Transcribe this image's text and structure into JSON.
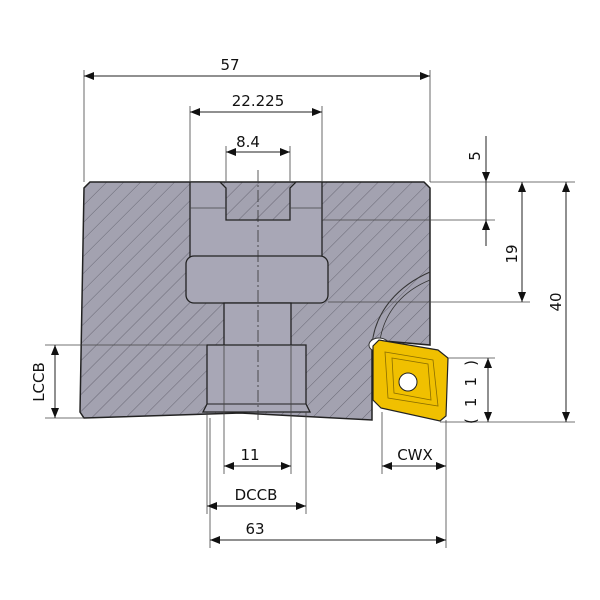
{
  "title": "Face mill cross-section dimension drawing",
  "dimensions": {
    "overall_width": "57",
    "bore_diameter": "22.225",
    "keyway_width": "8.4",
    "keyway_depth": "5",
    "bore_depth": "19",
    "overall_height": "40",
    "lccb": "LCCB",
    "insert_height": "(11)",
    "screw_diameter": "11",
    "dccb": "DCCB",
    "cwx": "CWX",
    "cutting_diameter": "63"
  },
  "colors": {
    "body": "#a3a2b0",
    "insert": "#f0c000",
    "hatch": "#5a5966"
  }
}
